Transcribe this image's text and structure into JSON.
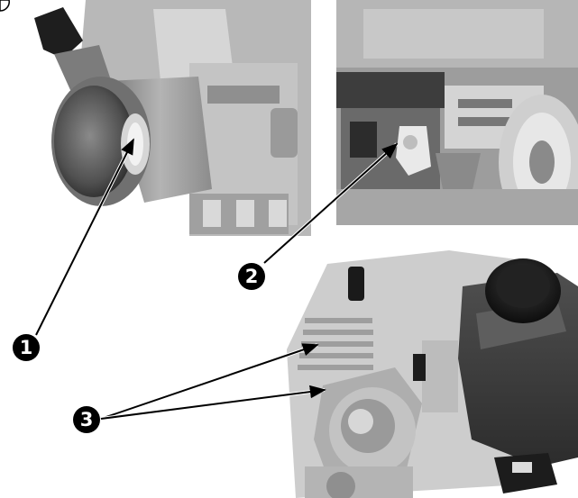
{
  "callouts": {
    "one": "1",
    "two": "2",
    "three": "3"
  },
  "colors": {
    "metal_light": "#d8d8d8",
    "metal_mid": "#a9a9a9",
    "metal_dark": "#5e5e5e",
    "shadow": "#2e2e2e",
    "callout_fill": "#000000",
    "callout_text": "#ffffff",
    "leader_line": "#000000"
  }
}
